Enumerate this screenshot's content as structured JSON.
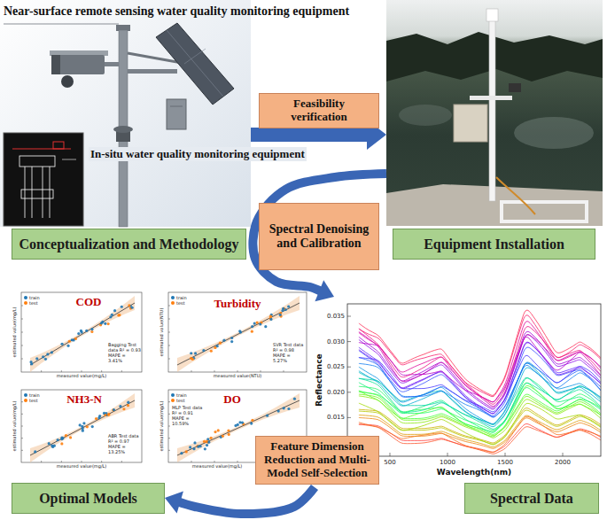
{
  "diagram": {
    "nodes": [
      {
        "text": [
          "Conceptualization and Methodology"
        ]
      },
      {
        "text": [
          "Feasibility verification"
        ]
      },
      {
        "text": [
          "Equipment Installation"
        ]
      },
      {
        "text": [
          "Spectral Denoising and Calibration"
        ]
      },
      {
        "text": [
          "Spectral Data"
        ]
      },
      {
        "text": [
          "Feature Dimension Reduction and Multi-Model Self-Selection"
        ]
      },
      {
        "text": [
          "Optimal Models"
        ]
      }
    ],
    "edges": [
      {
        "from": 0,
        "to": 2,
        "arrow": "to"
      },
      {
        "from": 2,
        "to": 4,
        "arrow": "to"
      },
      {
        "from": 4,
        "to": 6,
        "arrow": "to"
      }
    ],
    "labels": [
      "Near-surface remote sensing water quality monitoring equipment",
      "In-situ water quality monitoring equipment",
      "COD",
      "Bagging Test data R² = 0.93 MAPE = 3.41%",
      "estimated value(mg/L)",
      "measured value(mg/L)",
      "Turbidity",
      "SVR Test data R² = 0.98 MAPE = 5.27%",
      "estimated value(NTU)",
      "measured value(NTU)",
      "NH3-N",
      "ABR Test data R² = 0.97 MAPE = 13.25%",
      "estimated value(mg/L)",
      "measured value(mg/L)",
      "DO",
      "MLP Test data R² = 0.91 MAPE = 10.59%",
      "estimated value(mg/L)",
      "measured value(mg/L)",
      "Reflectance",
      "Wavelength(nm)",
      "0.035",
      "0.030",
      "0.025",
      "0.020",
      "0.015",
      "0.010",
      "500",
      "1000",
      "1500",
      "2000"
    ],
    "legend": [
      {
        "text": "train",
        "color": "#1f77b4"
      },
      {
        "text": "test",
        "color": "#ff7f0e"
      },
      {
        "text": "train",
        "color": "#1f77b4"
      },
      {
        "text": "test",
        "color": "#ff7f0e"
      },
      {
        "text": "train",
        "color": "#1f77b4"
      },
      {
        "text": "test",
        "color": "#ff7f0e"
      },
      {
        "text": "train",
        "color": "#1f77b4"
      },
      {
        "text": "test",
        "color": "#ff7f0e"
      }
    ]
  }
}
